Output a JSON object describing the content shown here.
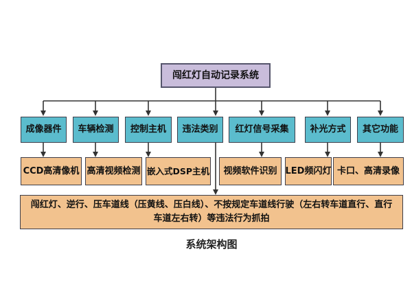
{
  "diagram": {
    "root_label": "闯红灯自动记录系统",
    "categories": [
      "成像器件",
      "车辆检测",
      "控制主机",
      "违法类别",
      "红灯信号采集",
      "补光方式",
      "其它功能"
    ],
    "details": [
      "CCD高清像机",
      "高清视频检测",
      "嵌入式DSP主机",
      "视频软件识别",
      "LED频闪灯",
      "卡口、高清录像"
    ],
    "violation_note": "闯红灯、逆行、压车道线（压黄线、压白线）、不按规定车道线行驶（左右转车道直行、直行车道左右转）等违法行为抓拍",
    "caption": "系统架构图",
    "edges": [
      {
        "from": "闯红灯自动记录系统",
        "to": "成像器件"
      },
      {
        "from": "闯红灯自动记录系统",
        "to": "车辆检测"
      },
      {
        "from": "闯红灯自动记录系统",
        "to": "控制主机"
      },
      {
        "from": "闯红灯自动记录系统",
        "to": "违法类别"
      },
      {
        "from": "闯红灯自动记录系统",
        "to": "红灯信号采集"
      },
      {
        "from": "闯红灯自动记录系统",
        "to": "补光方式"
      },
      {
        "from": "闯红灯自动记录系统",
        "to": "其它功能"
      },
      {
        "from": "成像器件",
        "to": "CCD高清像机"
      },
      {
        "from": "车辆检测",
        "to": "高清视频检测"
      },
      {
        "from": "控制主机",
        "to": "嵌入式DSP主机"
      },
      {
        "from": "红灯信号采集",
        "to": "视频软件识别"
      },
      {
        "from": "补光方式",
        "to": "LED频闪灯"
      },
      {
        "from": "其它功能",
        "to": "卡口、高清录像"
      },
      {
        "from": "违法类别",
        "to": "闯红灯、逆行、压车道线（压黄线、压白线）、不按规定车道线行驶（左右转车道直行、直行车道左右转）等违法行为抓拍"
      }
    ],
    "colors": {
      "root_fill": "#c9bddb",
      "root_border": "#55556b",
      "category_fill": "#5bbccd",
      "detail_fill": "#f2c28e",
      "box_border": "#3d3d49",
      "line": "#333333",
      "text": "#111111",
      "page_bg": "#ffffff"
    }
  }
}
